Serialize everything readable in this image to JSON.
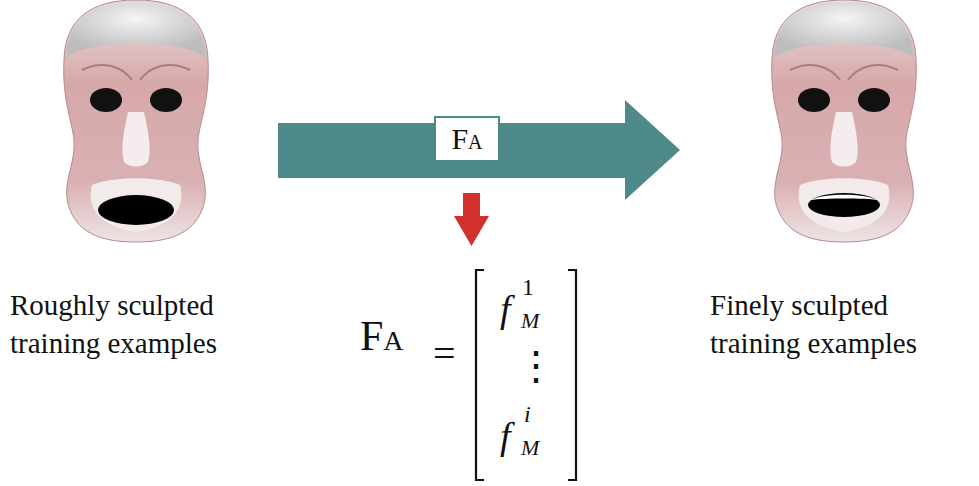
{
  "diagram": {
    "nodes": [
      {
        "text": [
          "FA"
        ]
      }
    ],
    "labels": [
      "Roughly sculpted training examples",
      "Finely sculpted training examples",
      "FA",
      "=",
      "f",
      "1",
      "M",
      "⋮",
      "f",
      "i",
      "M"
    ]
  }
}
